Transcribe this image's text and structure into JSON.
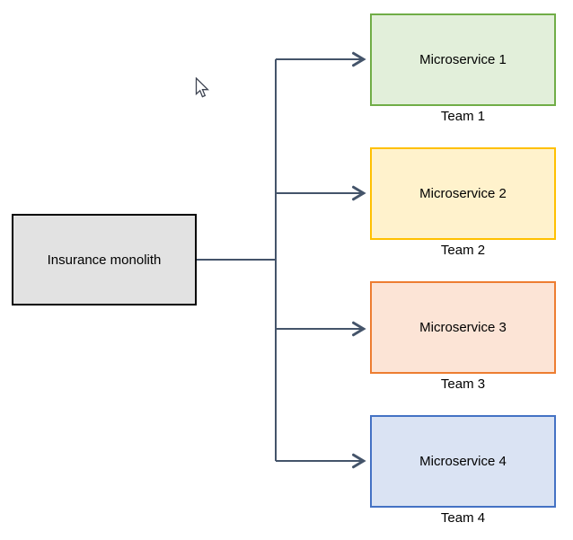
{
  "diagram": {
    "monolith": {
      "label": "Insurance monolith",
      "fill": "#e2e2e2",
      "border": "#000000"
    },
    "microservices": [
      {
        "label": "Microservice 1",
        "team": "Team 1",
        "fill": "#e2efda",
        "border": "#70ad47"
      },
      {
        "label": "Microservice 2",
        "team": "Team 2",
        "fill": "#fff2cc",
        "border": "#ffc000"
      },
      {
        "label": "Microservice 3",
        "team": "Team 3",
        "fill": "#fce4d6",
        "border": "#ed7d31"
      },
      {
        "label": "Microservice 4",
        "team": "Team 4",
        "fill": "#dae3f3",
        "border": "#4472c4"
      }
    ],
    "connector_color": "#44546a"
  }
}
